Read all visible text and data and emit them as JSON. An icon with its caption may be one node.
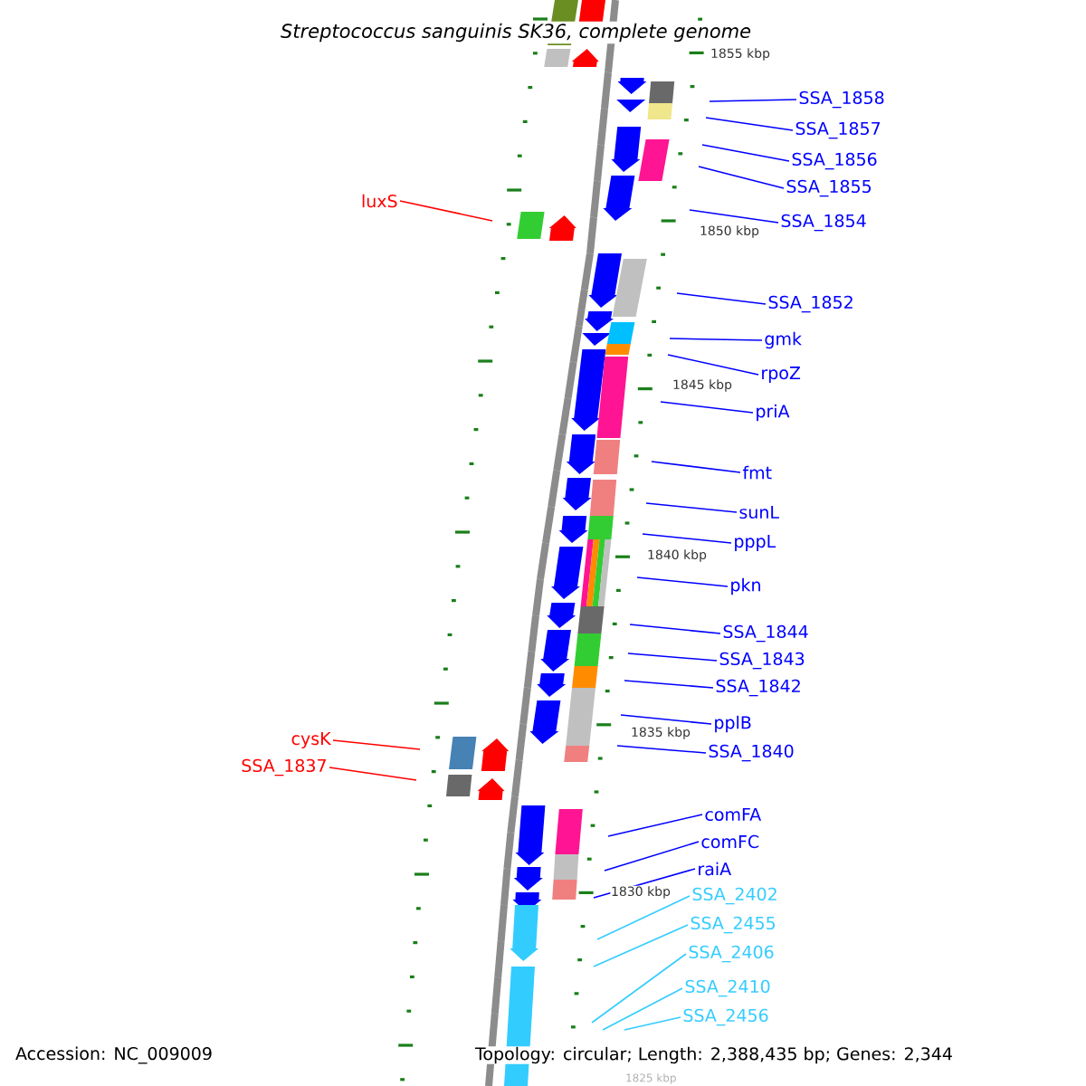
{
  "diagram": {
    "title": "Streptococcus sanguinis SK36, complete genome",
    "nodes": [
      {
        "text": [
          "SSA_1858"
        ]
      },
      {
        "text": [
          "SSA_1857"
        ]
      },
      {
        "text": [
          "SSA_1856"
        ]
      },
      {
        "text": [
          "SSA_1855"
        ]
      },
      {
        "text": [
          "luxS"
        ]
      },
      {
        "text": [
          "SSA_1854"
        ]
      },
      {
        "text": [
          "SSA_1852"
        ]
      },
      {
        "text": [
          "gmk"
        ]
      },
      {
        "text": [
          "rpoZ"
        ]
      },
      {
        "text": [
          "priA"
        ]
      },
      {
        "text": [
          "fmt"
        ]
      },
      {
        "text": [
          "sunL"
        ]
      },
      {
        "text": [
          "pppL"
        ]
      },
      {
        "text": [
          "pkn"
        ]
      },
      {
        "text": [
          "SSA_1844"
        ]
      },
      {
        "text": [
          "SSA_1843"
        ]
      },
      {
        "text": [
          "SSA_1842"
        ]
      },
      {
        "text": [
          "pplB"
        ]
      },
      {
        "text": [
          "cysK"
        ]
      },
      {
        "text": [
          "SSA_1840"
        ]
      },
      {
        "text": [
          "SSA_1837"
        ]
      },
      {
        "text": [
          "comFA"
        ]
      },
      {
        "text": [
          "comFC"
        ]
      },
      {
        "text": [
          "raiA"
        ]
      },
      {
        "text": [
          "SSA_2402"
        ]
      },
      {
        "text": [
          "SSA_2455"
        ]
      },
      {
        "text": [
          "SSA_2406"
        ]
      },
      {
        "text": [
          "SSA_2410"
        ]
      },
      {
        "text": [
          "SSA_2456"
        ]
      }
    ],
    "edges": [
      {
        "from": 0,
        "to": null,
        "arrow": "none"
      },
      {
        "from": 1,
        "to": null,
        "arrow": "none"
      },
      {
        "from": 2,
        "to": null,
        "arrow": "none"
      },
      {
        "from": 3,
        "to": null,
        "arrow": "none"
      },
      {
        "from": 4,
        "to": null,
        "arrow": "none",
        "color": "#ff0000"
      },
      {
        "from": 5,
        "to": null,
        "arrow": "none"
      },
      {
        "from": 6,
        "to": null,
        "arrow": "none"
      },
      {
        "from": 7,
        "to": null,
        "arrow": "none"
      },
      {
        "from": 8,
        "to": null,
        "arrow": "none"
      },
      {
        "from": 9,
        "to": null,
        "arrow": "none"
      },
      {
        "from": 10,
        "to": null,
        "arrow": "none"
      },
      {
        "from": 11,
        "to": null,
        "arrow": "none"
      },
      {
        "from": 12,
        "to": null,
        "arrow": "none"
      },
      {
        "from": 13,
        "to": null,
        "arrow": "none"
      },
      {
        "from": 14,
        "to": null,
        "arrow": "none"
      },
      {
        "from": 15,
        "to": null,
        "arrow": "none"
      },
      {
        "from": 16,
        "to": null,
        "arrow": "none"
      },
      {
        "from": 17,
        "to": null,
        "arrow": "none"
      },
      {
        "from": 18,
        "to": null,
        "arrow": "none",
        "color": "#ff0000"
      },
      {
        "from": 19,
        "to": null,
        "arrow": "none"
      },
      {
        "from": 20,
        "to": null,
        "arrow": "none",
        "color": "#ff0000"
      },
      {
        "from": 21,
        "to": null,
        "arrow": "none"
      },
      {
        "from": 22,
        "to": null,
        "arrow": "none"
      },
      {
        "from": 23,
        "to": null,
        "arrow": "none"
      },
      {
        "from": 24,
        "to": null,
        "arrow": "none",
        "color": "#33ccff"
      },
      {
        "from": 25,
        "to": null,
        "arrow": "none",
        "color": "#33ccff"
      },
      {
        "from": 26,
        "to": null,
        "arrow": "none",
        "color": "#33ccff"
      },
      {
        "from": 27,
        "to": null,
        "arrow": "none",
        "color": "#33ccff"
      },
      {
        "from": 28,
        "to": null,
        "arrow": "none",
        "color": "#33ccff"
      }
    ],
    "labels": [
      "1855 kbp",
      "1850 kbp",
      "1845 kbp",
      "1840 kbp",
      "1835 kbp",
      "1830 kbp",
      "1825 kbp",
      "Accession: NC_009009",
      "Topology: circular; Length: 2,388,435 bp; Genes: 2,344"
    ]
  }
}
